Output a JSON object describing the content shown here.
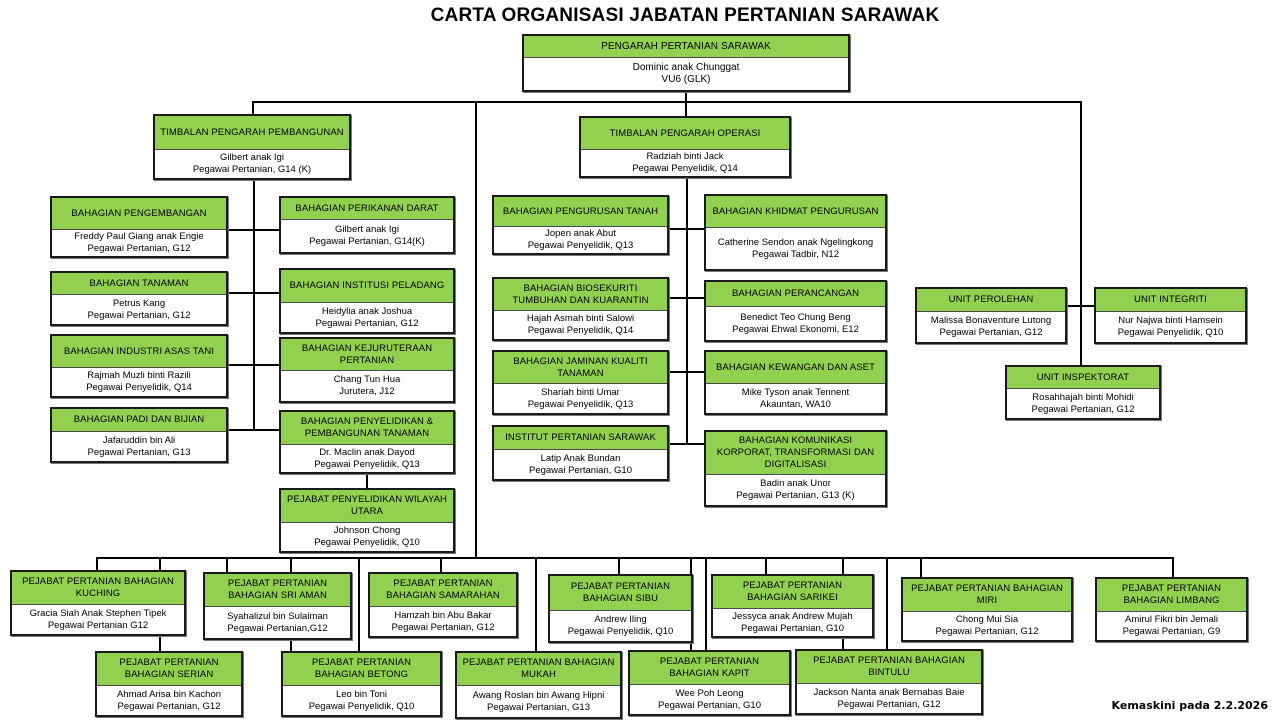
{
  "title": "CARTA ORGANISASI JABATAN PERTANIAN SARAWAK",
  "footer": "Kemaskini pada 2.2.2026",
  "colors": {
    "header_fill": "#92d050",
    "border": "#1a1a1a",
    "background": "#ffffff"
  },
  "director": {
    "title": "PENGARAH PERTANIAN SARAWAK",
    "name": "Dominic anak Chunggat",
    "grade": "VU6 (GLK)"
  },
  "deputy_dev": {
    "title": "TIMBALAN PENGARAH PEMBANGUNAN",
    "name": "Gilbert anak Igi",
    "grade": "Pegawai Pertanian, G14 (K)"
  },
  "deputy_ops": {
    "title": "TIMBALAN PENGARAH OPERASI",
    "name": "Radziah binti Jack",
    "grade": "Pegawai Penyelidik, Q14"
  },
  "dev_left": [
    {
      "title": "BAHAGIAN PENGEMBANGAN",
      "name": "Freddy Paul Giang anak Engie",
      "grade": "Pegawai Pertanian, G12"
    },
    {
      "title": "BAHAGIAN TANAMAN",
      "name": "Petrus Kang",
      "grade": "Pegawai Pertanian, G12"
    },
    {
      "title": "BAHAGIAN INDUSTRI ASAS TANI",
      "name": "Rajmah Muzli binti Razili",
      "grade": "Pegawai Penyelidik, Q14"
    },
    {
      "title": "BAHAGIAN PADI DAN BIJIAN",
      "name": "Jafaruddin bin Ali",
      "grade": "Pegawai Pertanian, G13"
    }
  ],
  "dev_right": [
    {
      "title": "BAHAGIAN PERIKANAN DARAT",
      "name": "Gilbert anak Igi",
      "grade": "Pegawai Pertanian, G14(K)"
    },
    {
      "title": "BAHAGIAN INSTITUSI PELADANG",
      "name": "Heidylia anak Joshua",
      "grade": "Pegawai Pertanian, G12"
    },
    {
      "title": "BAHAGIAN KEJURUTERAAN PERTANIAN",
      "name": "Chang Tun Hua",
      "grade": "Jurutera, J12"
    },
    {
      "title": "BAHAGIAN PENYELIDIKAN & PEMBANGUNAN TANAMAN",
      "name": "Dr. Maclin anak Dayod",
      "grade": "Pegawai Penyelidik, Q13"
    },
    {
      "title": "PEJABAT PENYELIDIKAN WILAYAH UTARA",
      "name": "Johnson Chong",
      "grade": "Pegawai Penyelidik, Q10"
    }
  ],
  "ops_left": [
    {
      "title": "BAHAGIAN PENGURUSAN TANAH",
      "name": "Jopen anak Abut",
      "grade": "Pegawai Penyelidik, Q13"
    },
    {
      "title": "BAHAGIAN BIOSEKURITI TUMBUHAN DAN KUARANTIN",
      "name": "Hajah Asmah binti Salowi",
      "grade": "Pegawai Penyelidik, Q14"
    },
    {
      "title": "BAHAGIAN JAMINAN KUALITI TANAMAN",
      "name": "Shariah binti Umar",
      "grade": "Pegawai Penyelidik, Q13"
    },
    {
      "title": "INSTITUT PERTANIAN SARAWAK",
      "name": "Latip Anak Bundan",
      "grade": "Pegawai Pertanian, G10"
    }
  ],
  "ops_right": [
    {
      "title": "BAHAGIAN KHIDMAT PENGURUSAN",
      "name": "Catherine Sendon anak Ngelingkong",
      "grade": "Pegawai Tadbir, N12"
    },
    {
      "title": "BAHAGIAN PERANCANGAN",
      "name": "Benedict Teo Chung Beng",
      "grade": "Pegawai Ehwal Ekonomi, E12"
    },
    {
      "title": "BAHAGIAN KEWANGAN DAN ASET",
      "name": "Mike Tyson anak Tennent",
      "grade": "Akauntan, WA10"
    },
    {
      "title": "BAHAGIAN KOMUNIKASI KORPORAT, TRANSFORMASI DAN DIGITALISASI",
      "name": "Badin anak Unor",
      "grade": "Pegawai Pertanian, G13 (K)"
    }
  ],
  "units": [
    {
      "title": "UNIT PEROLEHAN",
      "name": "Malissa Bonaventure Lutong",
      "grade": "Pegawai Pertanian, G12"
    },
    {
      "title": "UNIT INTEGRITI",
      "name": "Nur Najwa binti Hamsein",
      "grade": "Pegawai Penyelidik, Q10"
    },
    {
      "title": "UNIT INSPEKTORAT",
      "name": "Rosahhajah binti Mohidi",
      "grade": "Pegawai Pertanian, G12"
    }
  ],
  "divisions_top": [
    {
      "title": "PEJABAT PERTANIAN BAHAGIAN KUCHING",
      "name": "Gracia Siah Anak Stephen Tipek",
      "grade": "Pegawai Pertanian G12"
    },
    {
      "title": "PEJABAT PERTANIAN BAHAGIAN SRI AMAN",
      "name": "Syahalizul bin Sulaiman",
      "grade": "Pegawai Pertanian,G12"
    },
    {
      "title": "PEJABAT PERTANIAN BAHAGIAN SAMARAHAN",
      "name": "Hamzah bin Abu Bakar",
      "grade": "Pegawai Pertanian, G12"
    },
    {
      "title": "PEJABAT PERTANIAN BAHAGIAN SIBU",
      "name": "Andrew Iling",
      "grade": "Pegawai Penyelidik, Q10"
    },
    {
      "title": "PEJABAT PERTANIAN BAHAGIAN SARIKEI",
      "name": "Jessyca anak Andrew Mujah",
      "grade": "Pegawai Pertanian, G10"
    },
    {
      "title": "PEJABAT PERTANIAN BAHAGIAN MIRI",
      "name": "Chong Mui Sia",
      "grade": "Pegawai Pertanian, G12"
    },
    {
      "title": "PEJABAT PERTANIAN BAHAGIAN LIMBANG",
      "name": "Amirul Fikri bin Jemali",
      "grade": "Pegawai Pertanian, G9"
    }
  ],
  "divisions_bottom": [
    {
      "title": "PEJABAT PERTANIAN BAHAGIAN SERIAN",
      "name": "Ahmad Arisa bin Kachon",
      "grade": "Pegawai Pertanian, G12"
    },
    {
      "title": "PEJABAT PERTANIAN BAHAGIAN BETONG",
      "name": "Leo bin Toni",
      "grade": "Pegawai Penyelidik, Q10"
    },
    {
      "title": "PEJABAT PERTANIAN BAHAGIAN MUKAH",
      "name": "Awang Roslan bin Awang Hipni",
      "grade": "Pegawai Pertanian, G13"
    },
    {
      "title": "PEJABAT PERTANIAN BAHAGIAN KAPIT",
      "name": "Wee Poh Leong",
      "grade": "Pegawai Pertanian, G10"
    },
    {
      "title": "PEJABAT PERTANIAN BAHAGIAN BINTULU",
      "name": "Jackson Nanta anak Bernabas Baie",
      "grade": "Pegawai Pertanian, G12"
    }
  ]
}
